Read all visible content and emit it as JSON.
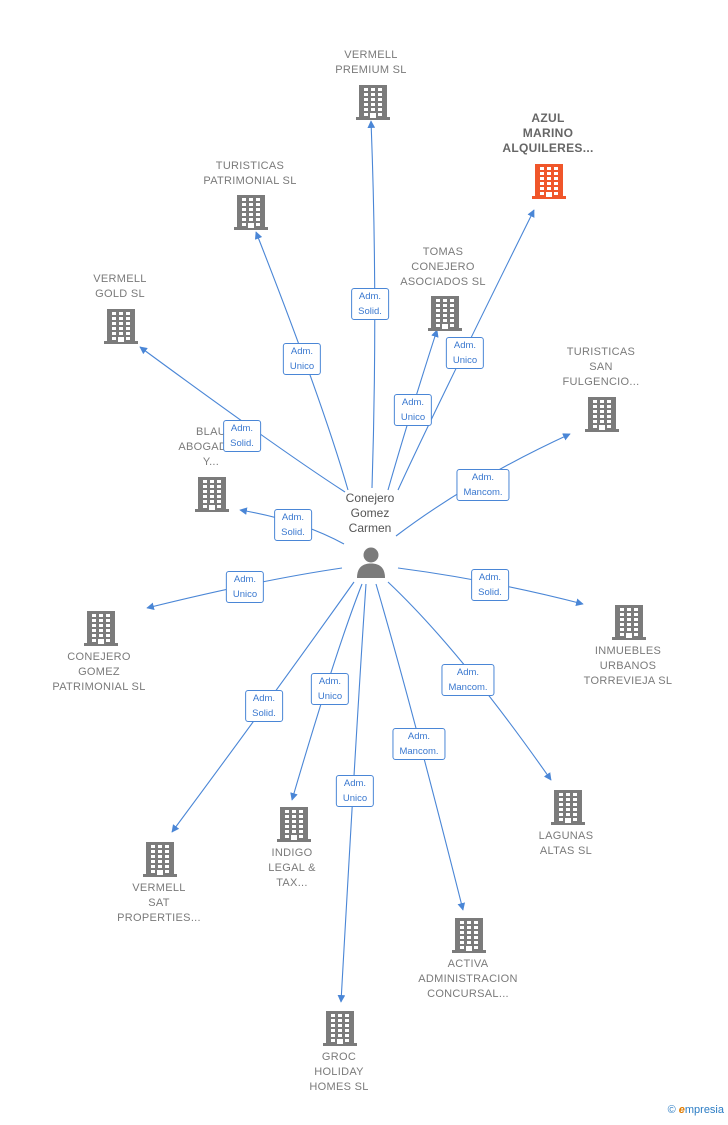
{
  "center": {
    "name_lines": [
      "Conejero",
      "Gomez",
      "Carmen"
    ]
  },
  "companies": [
    {
      "id": "vermell-premium",
      "lines": [
        "VERMELL",
        "PREMIUM  SL"
      ],
      "highlight": false
    },
    {
      "id": "azul-marino",
      "lines": [
        "AZUL",
        "MARINO",
        "ALQUILERES..."
      ],
      "highlight": true
    },
    {
      "id": "turisticas-patrimonial",
      "lines": [
        "TURISTICAS",
        "PATRIMONIAL SL"
      ],
      "highlight": false
    },
    {
      "id": "tomas-conejero",
      "lines": [
        "TOMAS",
        "CONEJERO",
        "ASOCIADOS SL"
      ],
      "highlight": false
    },
    {
      "id": "vermell-gold",
      "lines": [
        "VERMELL",
        "GOLD  SL"
      ],
      "highlight": false
    },
    {
      "id": "turisticas-san-fulgencio",
      "lines": [
        "TURISTICAS",
        "SAN",
        "FULGENCIO..."
      ],
      "highlight": false
    },
    {
      "id": "blau-abogados",
      "lines": [
        "BLAU",
        "ABOGADOS",
        "Y..."
      ],
      "highlight": false
    },
    {
      "id": "conejero-gomez-patrimonial",
      "lines": [
        "CONEJERO",
        "GOMEZ",
        "PATRIMONIAL SL"
      ],
      "highlight": false
    },
    {
      "id": "inmuebles-urbanos",
      "lines": [
        "INMUEBLES",
        "URBANOS",
        "TORREVIEJA SL"
      ],
      "highlight": false
    },
    {
      "id": "lagunas-altas",
      "lines": [
        "LAGUNAS",
        "ALTAS SL"
      ],
      "highlight": false
    },
    {
      "id": "vermell-sat",
      "lines": [
        "VERMELL",
        "SAT",
        "PROPERTIES..."
      ],
      "highlight": false
    },
    {
      "id": "indigo-legal",
      "lines": [
        "INDIGO",
        "LEGAL &",
        "TAX..."
      ],
      "highlight": false
    },
    {
      "id": "activa-administracion",
      "lines": [
        "ACTIVA",
        "ADMINISTRACION",
        "CONCURSAL..."
      ],
      "highlight": false
    },
    {
      "id": "groc-holiday",
      "lines": [
        "GROC",
        "HOLIDAY",
        "HOMES  SL"
      ],
      "highlight": false
    }
  ],
  "relations": [
    {
      "to": "vermell-premium",
      "role": [
        "Adm.",
        "Solid."
      ]
    },
    {
      "to": "azul-marino",
      "role": [
        "Adm.",
        "Unico"
      ]
    },
    {
      "to": "turisticas-patrimonial",
      "role": [
        "Adm.",
        "Unico"
      ]
    },
    {
      "to": "tomas-conejero",
      "role": [
        "Adm.",
        "Unico"
      ]
    },
    {
      "to": "vermell-gold",
      "role": [
        "Adm.",
        "Solid."
      ]
    },
    {
      "to": "turisticas-san-fulgencio",
      "role": [
        "Adm.",
        "Mancom."
      ]
    },
    {
      "to": "blau-abogados",
      "role": [
        "Adm.",
        "Solid."
      ]
    },
    {
      "to": "conejero-gomez-patrimonial",
      "role": [
        "Adm.",
        "Unico"
      ]
    },
    {
      "to": "inmuebles-urbanos",
      "role": [
        "Adm.",
        "Solid."
      ]
    },
    {
      "to": "lagunas-altas",
      "role": [
        "Adm.",
        "Mancom."
      ]
    },
    {
      "to": "vermell-sat",
      "role": [
        "Adm.",
        "Solid."
      ]
    },
    {
      "to": "indigo-legal",
      "role": [
        "Adm.",
        "Unico"
      ]
    },
    {
      "to": "activa-administracion",
      "role": [
        "Adm.",
        "Mancom."
      ]
    },
    {
      "to": "groc-holiday",
      "role": [
        "Adm.",
        "Unico"
      ]
    }
  ],
  "colors": {
    "edge": "#4a86d6",
    "building": "#7b7b7b",
    "building_highlight": "#f0562a",
    "person": "#7b7b7b"
  },
  "footer": {
    "copyright": "©",
    "brand_e": "e",
    "brand_rest": "mpresia"
  }
}
